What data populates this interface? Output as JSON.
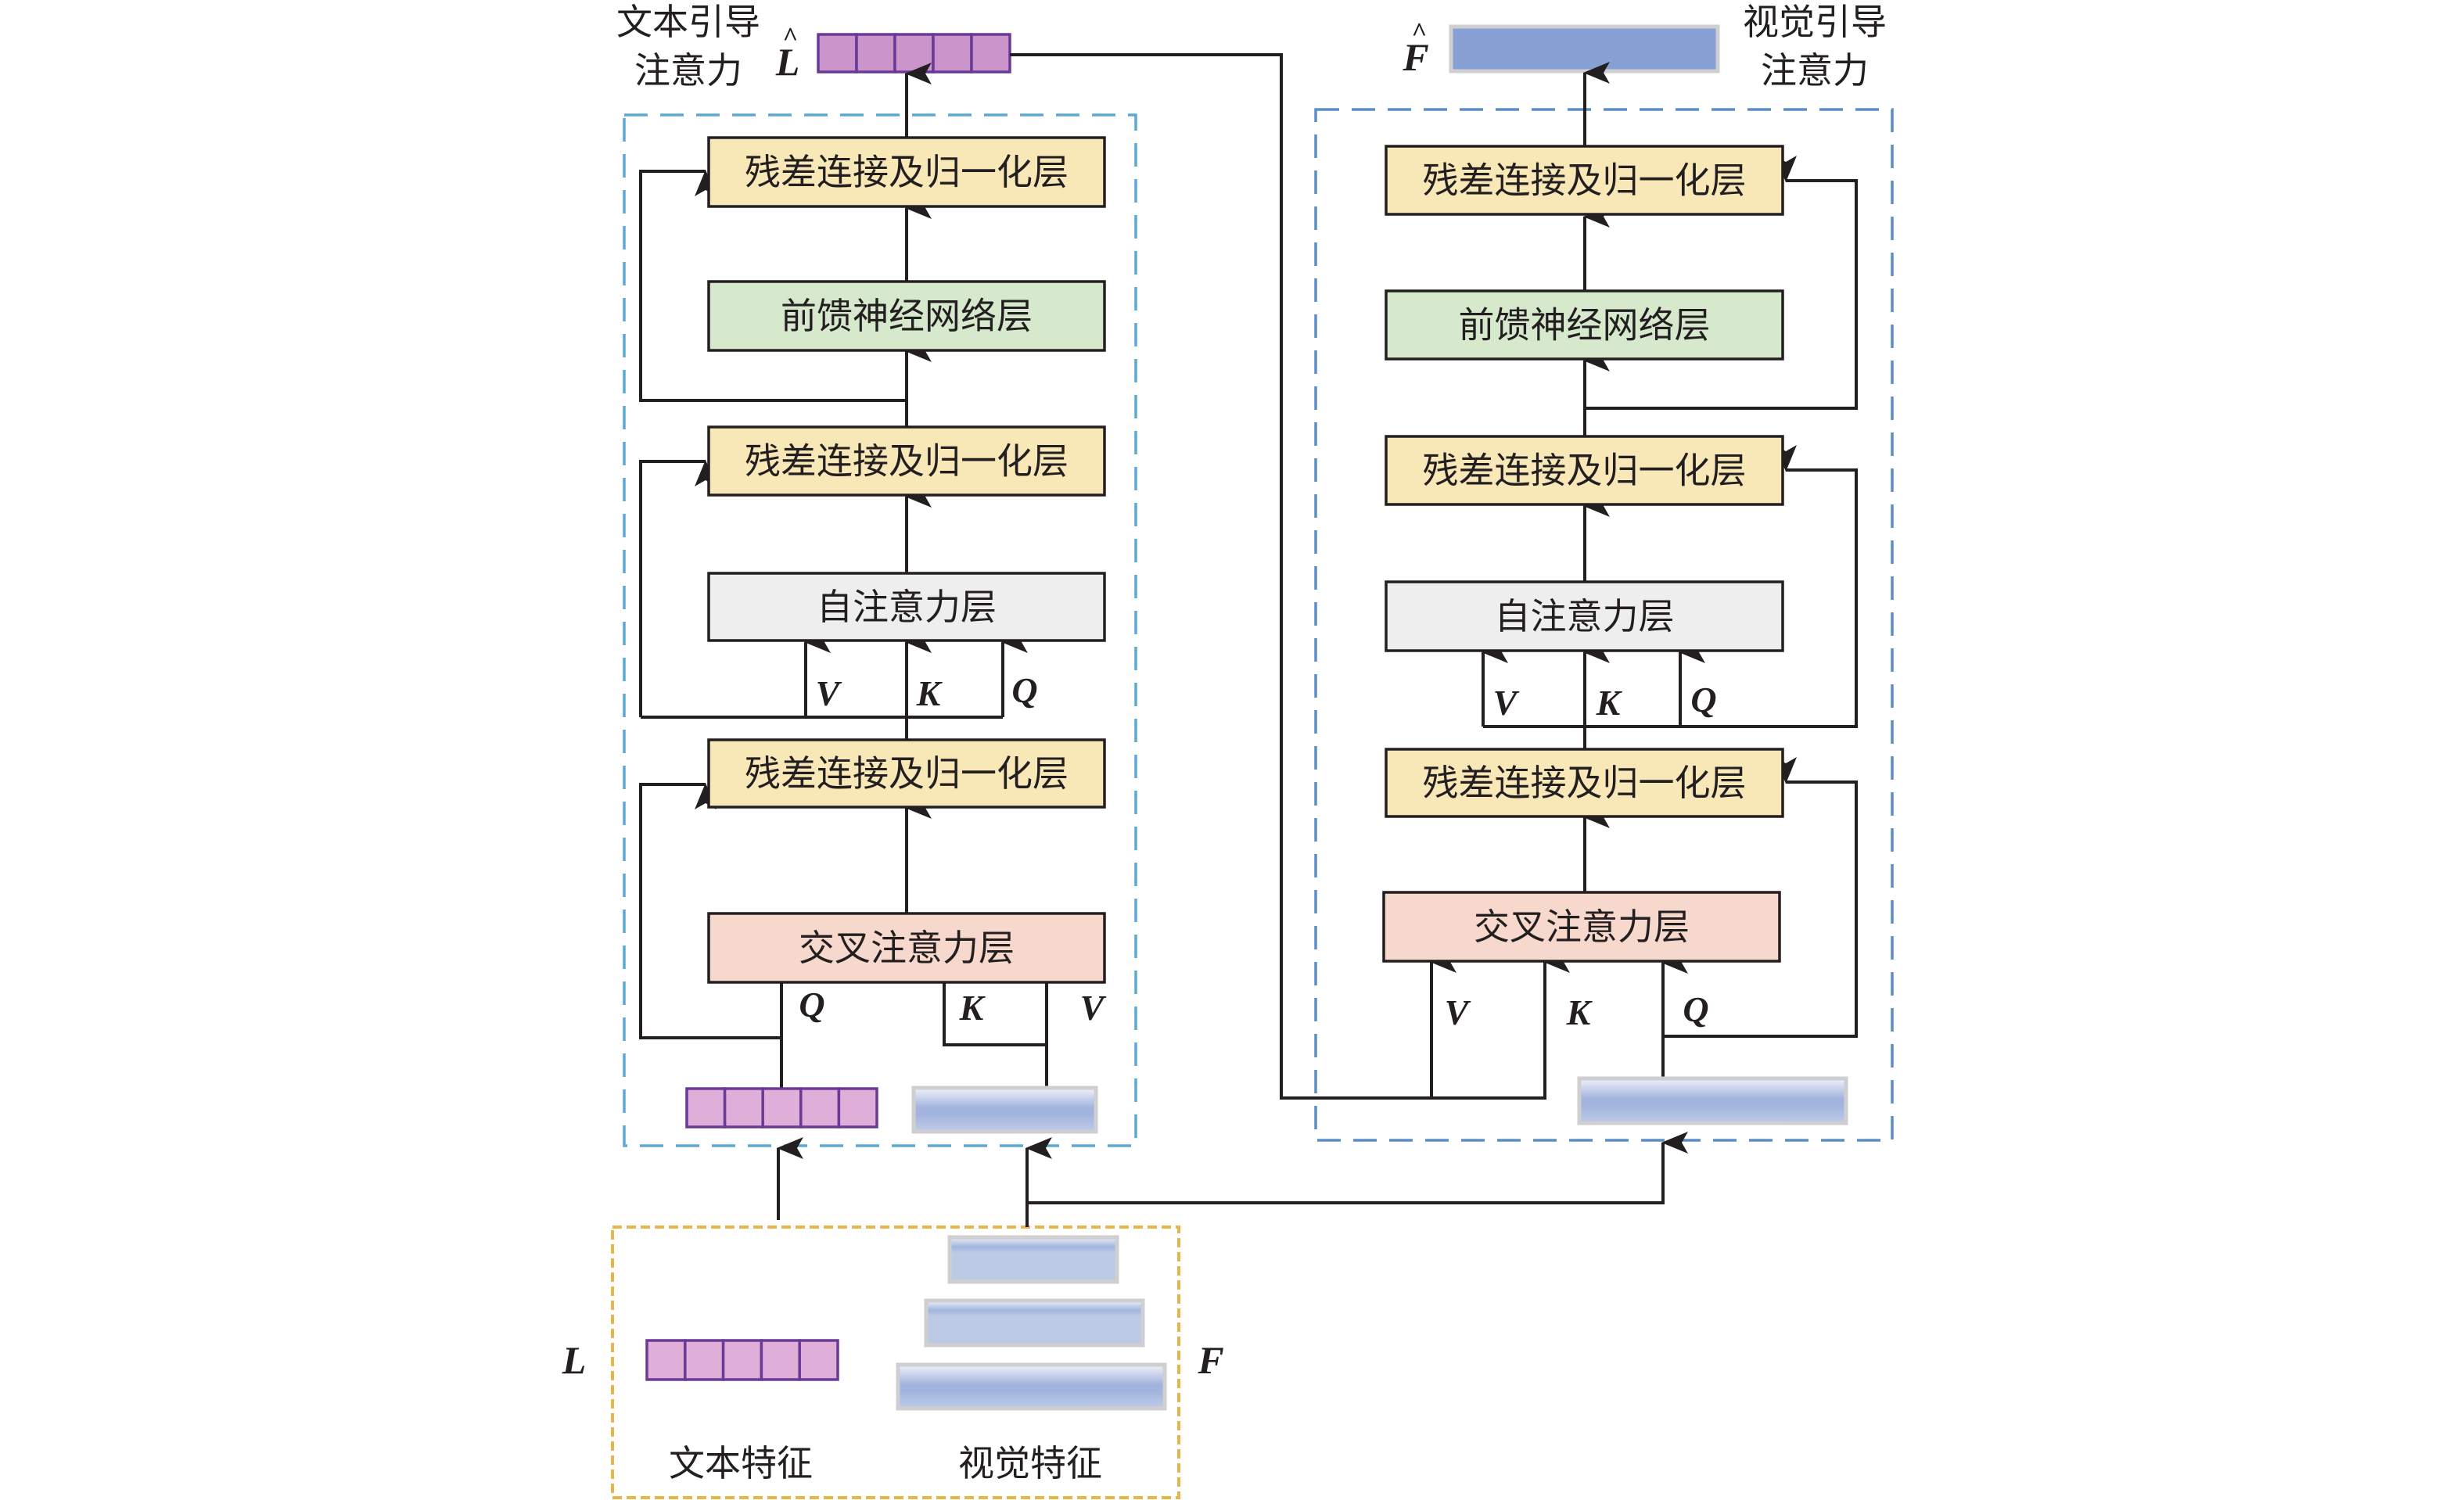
{
  "colors": {
    "residual_norm": "#f8e8b8",
    "feed_forward": "#d6e9cc",
    "self_attention": "#eeeeee",
    "cross_attention": "#f7d8cc",
    "text_token": "#e0afd9",
    "text_token_output": "#cb95cc",
    "token_border": "#6a3a97",
    "visual_output": "#86a0d4",
    "text_branch_border": "#5aa9d5",
    "visual_branch_border": "#5b8ec6",
    "input_border": "#e8b54a",
    "line": "#231f20"
  },
  "outputs": {
    "text_guided": {
      "title_line1": "文本引导",
      "title_line2": "注意力",
      "symbol": "L",
      "hat": "^"
    },
    "visual_guided": {
      "title_line1": "视觉引导",
      "title_line2": "注意力",
      "symbol": "F",
      "hat": "^"
    }
  },
  "text_branch": {
    "layers": [
      {
        "id": "residual-norm-top",
        "label": "残差连接及归一化层",
        "kind": "residual_norm"
      },
      {
        "id": "feed-forward",
        "label": "前馈神经网络层",
        "kind": "feed_forward"
      },
      {
        "id": "residual-norm-mid",
        "label": "残差连接及归一化层",
        "kind": "residual_norm"
      },
      {
        "id": "self-attention",
        "label": "自注意力层",
        "kind": "self_attention"
      },
      {
        "id": "residual-norm-low",
        "label": "残差连接及归一化层",
        "kind": "residual_norm"
      },
      {
        "id": "cross-attention",
        "label": "交叉注意力层",
        "kind": "cross_attention"
      }
    ],
    "self_attention_inputs": [
      "V",
      "K",
      "Q"
    ],
    "cross_attention_inputs": [
      "Q",
      "K",
      "V"
    ],
    "token_cells": 5
  },
  "visual_branch": {
    "layers": [
      {
        "id": "residual-norm-top",
        "label": "残差连接及归一化层",
        "kind": "residual_norm"
      },
      {
        "id": "feed-forward",
        "label": "前馈神经网络层",
        "kind": "feed_forward"
      },
      {
        "id": "residual-norm-mid",
        "label": "残差连接及归一化层",
        "kind": "residual_norm"
      },
      {
        "id": "self-attention",
        "label": "自注意力层",
        "kind": "self_attention"
      },
      {
        "id": "residual-norm-low",
        "label": "残差连接及归一化层",
        "kind": "residual_norm"
      },
      {
        "id": "cross-attention",
        "label": "交叉注意力层",
        "kind": "cross_attention"
      }
    ],
    "self_attention_inputs": [
      "V",
      "K",
      "Q"
    ],
    "cross_attention_inputs": [
      "V",
      "K",
      "Q"
    ]
  },
  "inputs": {
    "text_symbol": "L",
    "visual_symbol": "F",
    "text_label": "文本特征",
    "visual_label": "视觉特征",
    "text_token_cells": 5,
    "visual_scales": 3
  }
}
